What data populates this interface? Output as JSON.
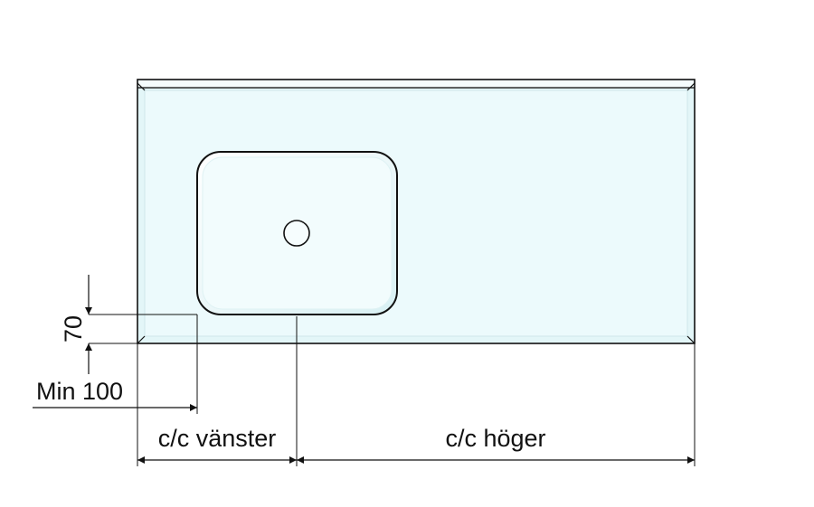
{
  "labels": {
    "dim_70": "70",
    "min_100": "Min 100",
    "cc_left": "c/c vänster",
    "cc_right": "c/c höger"
  },
  "colors": {
    "countertop_fill": "#e3f6f8",
    "sink_fill": "#eefafb",
    "line": "#111111"
  }
}
